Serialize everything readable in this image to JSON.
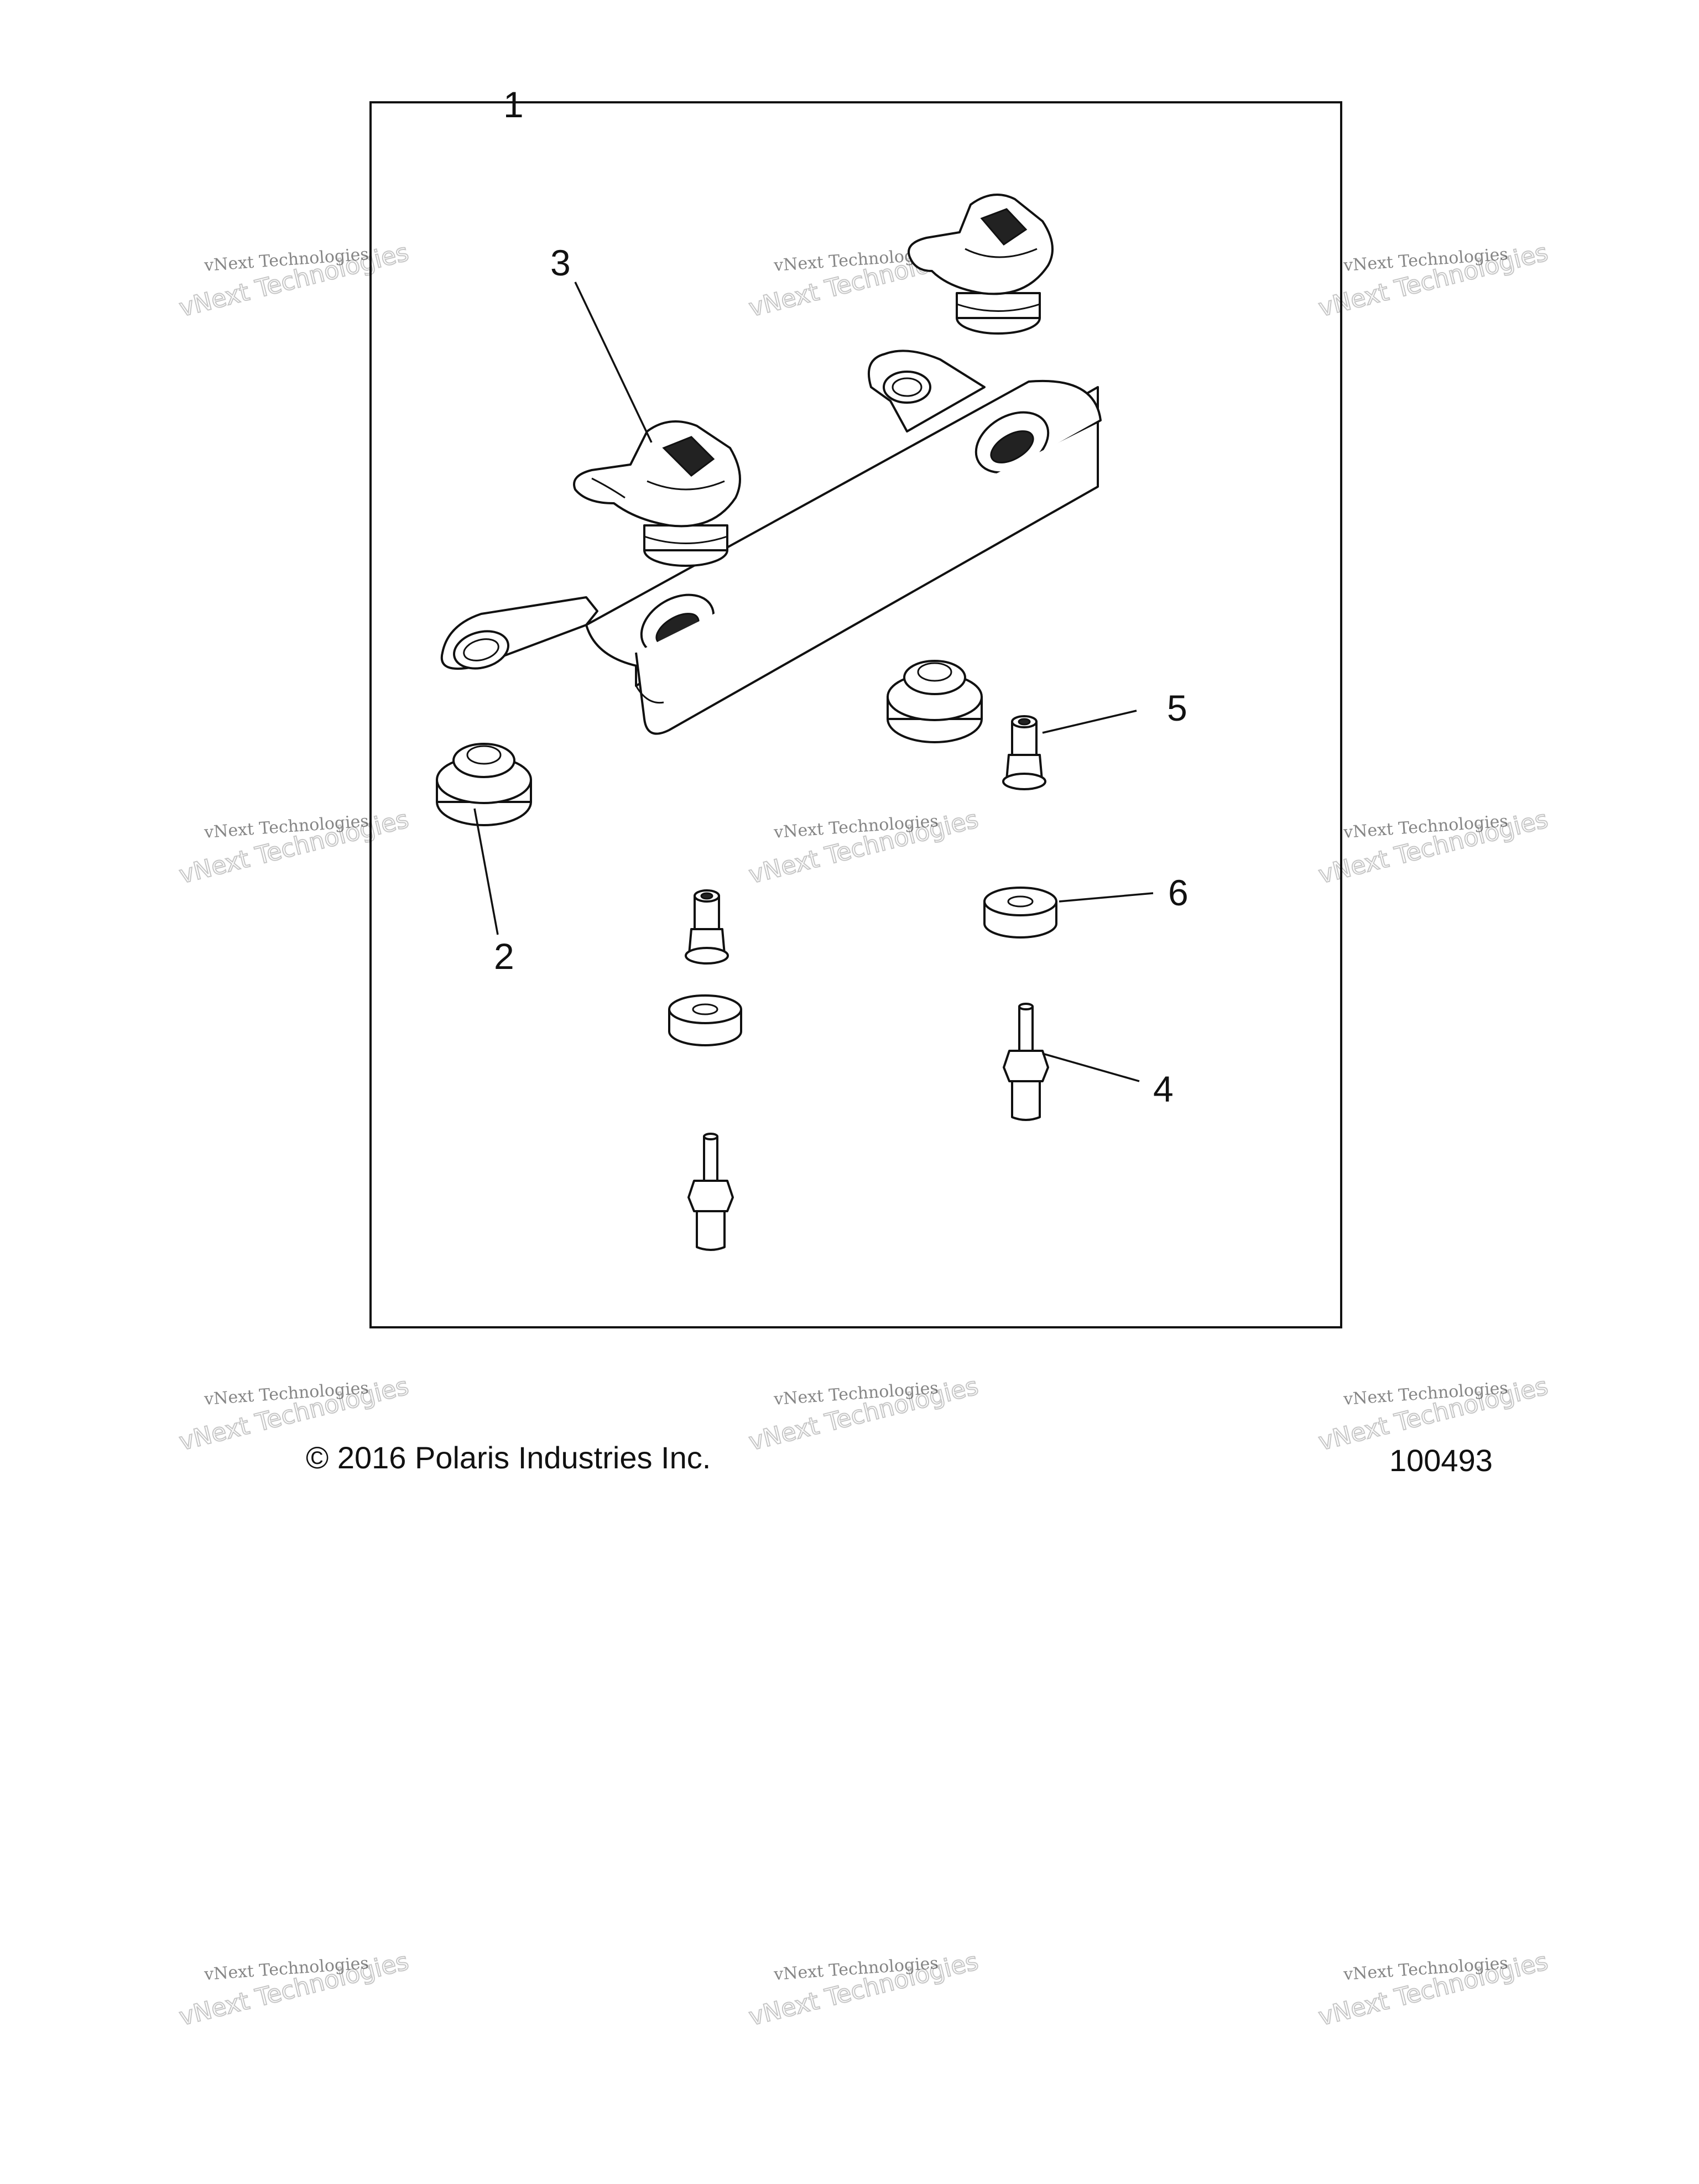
{
  "diagram": {
    "callouts": [
      "1",
      "2",
      "3",
      "4",
      "5",
      "6"
    ],
    "footer": {
      "copyright": "© 2016 Polaris Industries Inc.",
      "figure_number": "100493"
    },
    "watermark": {
      "line1": "vNext Technologies",
      "line2": "vNext Technologies"
    }
  }
}
